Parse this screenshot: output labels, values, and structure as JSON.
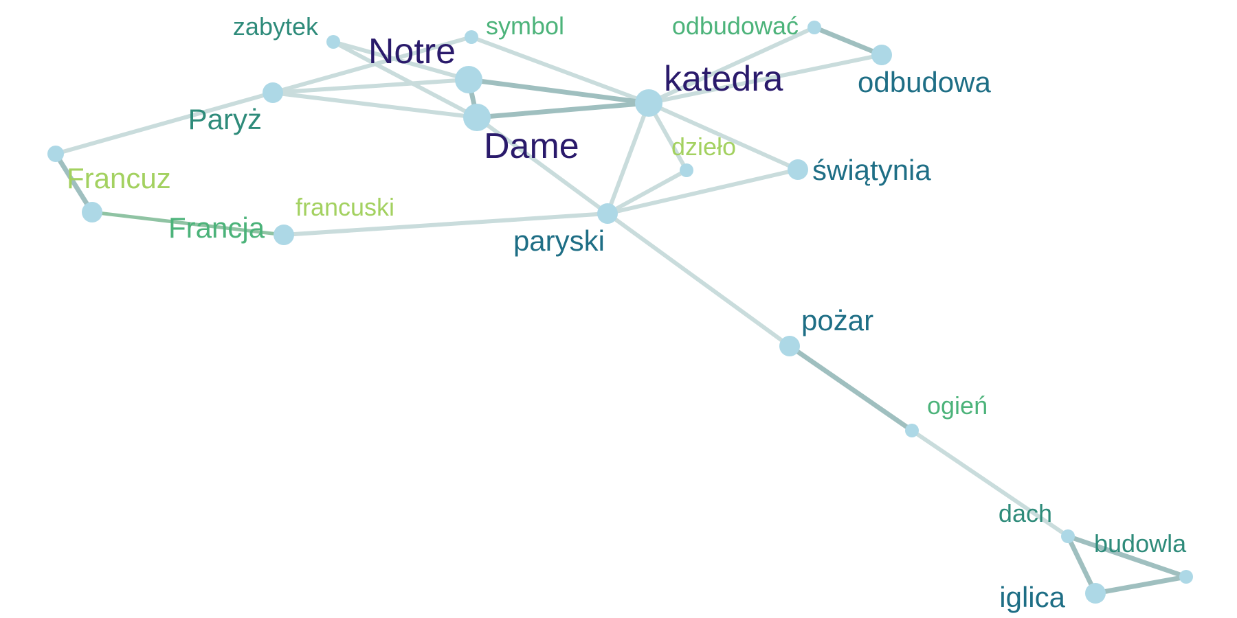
{
  "graph": {
    "nodes": [
      {
        "id": "zabytek",
        "label": "zabytek",
        "color": "#2e8b7a",
        "size": "small"
      },
      {
        "id": "symbol",
        "label": "symbol",
        "color": "#4cb37a",
        "size": "small"
      },
      {
        "id": "odbudowac",
        "label": "odbudować",
        "color": "#4cb37a",
        "size": "small"
      },
      {
        "id": "Notre",
        "label": "Notre",
        "color": "#2a1a6b",
        "size": "large"
      },
      {
        "id": "odbudowa",
        "label": "odbudowa",
        "color": "#1e6e85",
        "size": "medium"
      },
      {
        "id": "katedra",
        "label": "katedra",
        "color": "#2a1a6b",
        "size": "large"
      },
      {
        "id": "Paryz",
        "label": "Paryż",
        "color": "#2e8b7a",
        "size": "medium"
      },
      {
        "id": "Dame",
        "label": "Dame",
        "color": "#2a1a6b",
        "size": "large"
      },
      {
        "id": "dzielo",
        "label": "dzieło",
        "color": "#a3d160",
        "size": "small"
      },
      {
        "id": "swiatynia",
        "label": "świątynia",
        "color": "#1e6e85",
        "size": "medium"
      },
      {
        "id": "Francuz",
        "label": "Francuz",
        "color": "#a3d160",
        "size": "medium"
      },
      {
        "id": "francuski",
        "label": "francuski",
        "color": "#a3d160",
        "size": "small"
      },
      {
        "id": "Francja",
        "label": "Francja",
        "color": "#4cb37a",
        "size": "medium"
      },
      {
        "id": "paryski",
        "label": "paryski",
        "color": "#1e6e85",
        "size": "medium"
      },
      {
        "id": "pozar",
        "label": "pożar",
        "color": "#1e6e85",
        "size": "medium"
      },
      {
        "id": "ogien",
        "label": "ogień",
        "color": "#4cb37a",
        "size": "small"
      },
      {
        "id": "dach",
        "label": "dach",
        "color": "#2e8b7a",
        "size": "small"
      },
      {
        "id": "budowla",
        "label": "budowla",
        "color": "#2e8b7a",
        "size": "small"
      },
      {
        "id": "iglica",
        "label": "iglica",
        "color": "#1e6e85",
        "size": "medium"
      }
    ],
    "edges": [
      {
        "source": "zabytek",
        "target": "Notre",
        "strength": "weak"
      },
      {
        "source": "zabytek",
        "target": "Dame",
        "strength": "weak"
      },
      {
        "source": "symbol",
        "target": "Paryz",
        "strength": "weak"
      },
      {
        "source": "symbol",
        "target": "katedra",
        "strength": "weak"
      },
      {
        "source": "Paryz",
        "target": "Notre",
        "strength": "weak"
      },
      {
        "source": "Paryz",
        "target": "Dame",
        "strength": "weak"
      },
      {
        "source": "Paryz",
        "target": "Francuz_anchor",
        "strength": "weak"
      },
      {
        "source": "Notre",
        "target": "Dame",
        "strength": "strong"
      },
      {
        "source": "Notre",
        "target": "katedra",
        "strength": "strong"
      },
      {
        "source": "Dame",
        "target": "katedra",
        "strength": "strong"
      },
      {
        "source": "Dame",
        "target": "paryski",
        "strength": "weak"
      },
      {
        "source": "katedra",
        "target": "odbudowac",
        "strength": "weak"
      },
      {
        "source": "katedra",
        "target": "odbudowa",
        "strength": "weak"
      },
      {
        "source": "odbudowac",
        "target": "odbudowa",
        "strength": "strong"
      },
      {
        "source": "katedra",
        "target": "paryski",
        "strength": "weak"
      },
      {
        "source": "katedra",
        "target": "swiatynia",
        "strength": "weak"
      },
      {
        "source": "katedra",
        "target": "dzielo",
        "strength": "weak"
      },
      {
        "source": "paryski",
        "target": "dzielo",
        "strength": "weak"
      },
      {
        "source": "paryski",
        "target": "swiatynia",
        "strength": "weak"
      },
      {
        "source": "paryski",
        "target": "francuski",
        "strength": "weak"
      },
      {
        "source": "paryski",
        "target": "pozar",
        "strength": "weak"
      },
      {
        "source": "Francuz_anchor",
        "target": "Francuz",
        "strength": "strong"
      },
      {
        "source": "Francuz",
        "target": "Francja",
        "strength": "medium"
      },
      {
        "source": "Francja",
        "target": "francuski",
        "strength": "strong"
      },
      {
        "source": "pozar",
        "target": "ogien",
        "strength": "strong"
      },
      {
        "source": "ogien",
        "target": "dach",
        "strength": "weak"
      },
      {
        "source": "dach",
        "target": "budowla",
        "strength": "strong"
      },
      {
        "source": "dach",
        "target": "iglica",
        "strength": "strong"
      },
      {
        "source": "budowla",
        "target": "iglica",
        "strength": "strong"
      }
    ],
    "style": {
      "node_fill": "#add8e6",
      "edge_weak": "#c9dcdc",
      "edge_medium": "#8fc3a3",
      "edge_strong": "#9fbfbf"
    }
  }
}
